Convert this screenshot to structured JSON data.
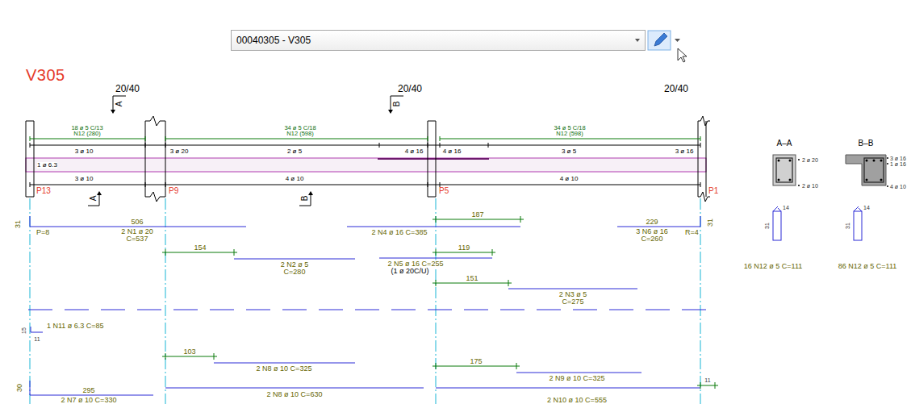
{
  "diagram": {
    "title": "V305",
    "nodes": [
      {
        "text": [
          "00040305 - V305"
        ]
      }
    ],
    "labels": [
      "20/40",
      "20/40",
      "20/40",
      "A",
      "B",
      "18 ø 5 C/13",
      "N12 (280)",
      "34 ø 5 C/18",
      "N12 (598)",
      "34 ø 5 C/18",
      "N12 (598)",
      "3 ø 10",
      "3 ø 20",
      "2 ø 5",
      "4 ø 16",
      "4 ø 16",
      "3 ø 5",
      "3 ø 16",
      "1 ø 6.3",
      "3 ø 10",
      "4 ø 10",
      "4 ø 10",
      "P13",
      "P9",
      "P5",
      "P1",
      "A",
      "B",
      "A–A",
      "B–B",
      "2 ø 20",
      "2 ø 10",
      "3 ø 16",
      "1 ø 16",
      "4 ø 10",
      "14",
      "31",
      "14",
      "31",
      "16 N12 ø 5 C=111",
      "86 N12 ø 5 C=111",
      "31",
      "P=8",
      "506",
      "2 N1 ø 20",
      "C=537",
      "187",
      "2 N4 ø 16 C=385",
      "229",
      "3 N6 ø 16",
      "C=260",
      "R=4",
      "31",
      "154",
      "2 N2 ø 5",
      "C=280",
      "119",
      "2 N5 ø 16 C=255",
      "(1 ø 20C/U)",
      "151",
      "2 N3 ø 5",
      "C=275",
      "15",
      "1 N11 ø 6.3 C=85",
      "11",
      "103",
      "2 N8 ø 10 C=325",
      "175",
      "2 N9 ø 10 C=325",
      "30",
      "295",
      "2 N7 ø 10 C=330",
      "2 N8 ø 10 C=630",
      "2 N10 ø 10 C=555",
      "11"
    ]
  }
}
